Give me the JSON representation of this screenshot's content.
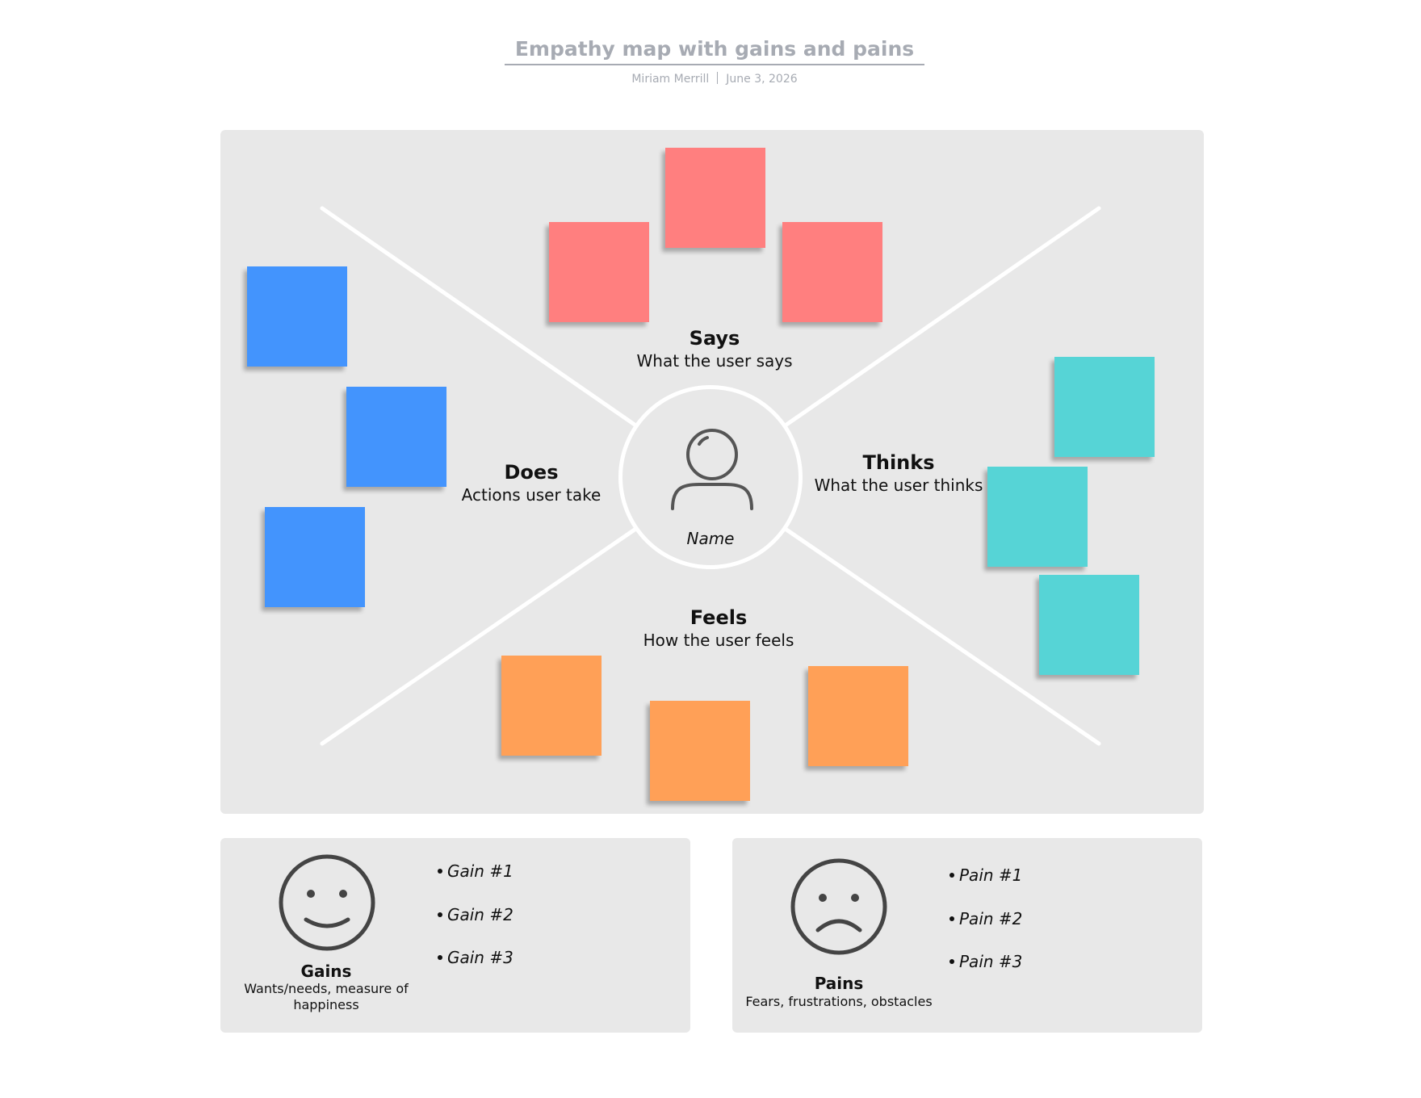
{
  "header": {
    "title": "Empathy map with gains and pains",
    "author": "Miriam Merrill",
    "date": "June 3, 2026"
  },
  "empathy_map": {
    "says": {
      "title": "Says",
      "subtitle": "What the user says"
    },
    "does": {
      "title": "Does",
      "subtitle": "Actions user take"
    },
    "thinks": {
      "title": "Thinks",
      "subtitle": "What the user thinks"
    },
    "feels": {
      "title": "Feels",
      "subtitle": "How the user feels"
    },
    "center": {
      "name": "Name",
      "icon": "user-icon"
    }
  },
  "colors": {
    "says_sticky": "#ff7f7f",
    "does_sticky": "#4394fd",
    "thinks_sticky": "#56d4d6",
    "feels_sticky": "#ffa057",
    "board": "#e8e8e8",
    "title": "#a7abb3"
  },
  "gains": {
    "title": "Gains",
    "subtitle": "Wants/needs, measure of happiness",
    "icon": "smiley-face-icon",
    "items": [
      "Gain #1",
      "Gain #2",
      "Gain #3"
    ]
  },
  "pains": {
    "title": "Pains",
    "subtitle": "Fears, frustrations, obstacles",
    "icon": "sad-face-icon",
    "items": [
      "Pain #1",
      "Pain #2",
      "Pain #3"
    ]
  }
}
